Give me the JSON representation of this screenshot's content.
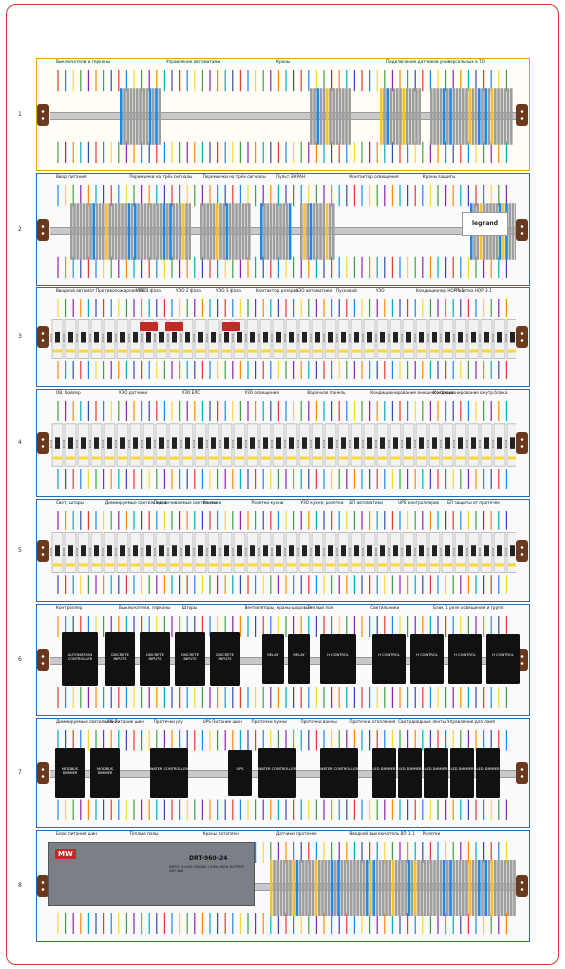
{
  "rows": [
    {
      "num": "1",
      "titles": [
        "Выключатели и герконы",
        "Управление автоматами",
        "Краны",
        "Подключение датчиков универсальных в ТО"
      ]
    },
    {
      "num": "2",
      "titles": [
        "Ввод питания",
        "Перемычки на трёх сигналы",
        "Перемычки на трёх сигналы",
        "Пульт ЭКРАН",
        "Контактор освещения",
        "Краны защиты"
      ]
    },
    {
      "num": "3",
      "titles": [
        "Вводной автомат",
        "Противопожарная УЗО",
        "УЗО 1 фаза",
        "УЗО 2 фаза",
        "УЗО 3 фаза",
        "Контактор резерва",
        "УЗО автоматики",
        "Пусковой",
        "УЗО",
        "Кондиционер НОР 1.1",
        "Розетка НОР 3.1"
      ]
    },
    {
      "num": "4",
      "titles": [
        "ОВ, бойлер",
        "УЗО датчики",
        "УЗО ЕЛС",
        "УЗО освещения",
        "Варочная панель",
        "Кондиционирование внешнего блока",
        "Кондиционирование внутр.блока"
      ]
    },
    {
      "num": "5",
      "titles": [
        "Свет, шторы",
        "Диммируемые светильники",
        "Подсвечиваемые светильники",
        "Ленты",
        "Розетки кухни",
        "УЗО кухня, розетки",
        "БП автоматики",
        "UPS контроллеров",
        "БП защиты от протечек"
      ]
    },
    {
      "num": "6",
      "titles": [
        "Контроллер",
        "Выключатели, герконы",
        "Шторы",
        "Вентиляторы, краны-шаровые",
        "Теплый пол",
        "Светильники",
        "Блок 1 реле освещения и групп"
      ]
    },
    {
      "num": "7",
      "titles": [
        "Диммируемые светильники",
        "UPS Питание шин",
        "Протечки р/у",
        "UPS Питание шин",
        "Протечки кухни",
        "Протечки ванны",
        "Протечки отопления",
        "Светодиодные ленты",
        "Управление для ламп"
      ]
    },
    {
      "num": "8",
      "titles": [
        "Блок питания шин",
        "Тёплые полы",
        "Краны затоплен",
        "Датчики протечек",
        "Вводной выключатель ВП 3.1",
        "Розетки"
      ]
    }
  ],
  "modules": {
    "controller": "AUTOMATION CONTROLLER",
    "inputs": "DISCRETE INPUTS",
    "relay": "RELAY",
    "hcontrol": "H CONTROL",
    "dimmer": "MODBUS DIMMER",
    "water": "WATER CONTROLLER",
    "ups": "UPS",
    "led": "LED DIMMER"
  },
  "psu": {
    "model": "DRT-960-24",
    "spec": "INPUT: 3×340-550VAC / 50Hz 60Hz OUTPUT: 24V 40A",
    "brand": "MW"
  },
  "legrand": "legrand",
  "colors": {
    "frame": "#d9382a",
    "row_border": "#2b6cb0",
    "row1_border": "#e0a800",
    "module": "#111111"
  }
}
